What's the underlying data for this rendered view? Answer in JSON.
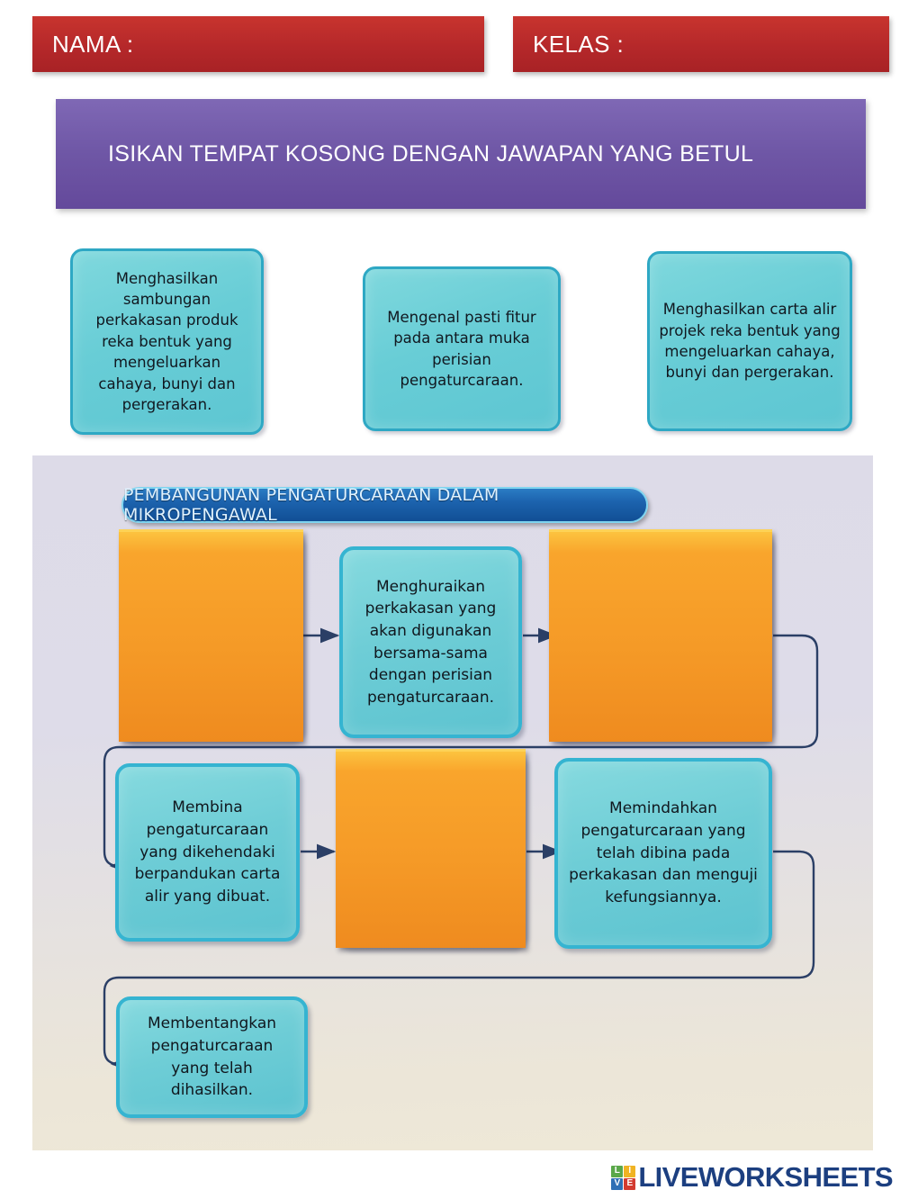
{
  "header": {
    "nama_label": "NAMA :",
    "kelas_label": "KELAS :",
    "instruction": "ISIKAN TEMPAT KOSONG DENGAN JAWAPAN YANG BETUL"
  },
  "colors": {
    "field_red": "#b5282a",
    "banner_purple": "#6f57a6",
    "option_teal": "#68cdd6",
    "node_teal": "#6ecdd6",
    "blank_orange": "#f59a27",
    "title_blue": "#1c63ae",
    "connector_navy": "#2b3f66"
  },
  "options": [
    {
      "id": "option-1",
      "text": "Menghasilkan sambungan perkakasan produk reka bentuk yang mengeluarkan cahaya, bunyi dan pergerakan."
    },
    {
      "id": "option-2",
      "text": "Mengenal pasti fitur pada antara muka perisian pengaturcaraan."
    },
    {
      "id": "option-3",
      "text": "Menghasilkan carta alir projek reka bentuk yang mengeluarkan cahaya, bunyi dan pergerakan."
    }
  ],
  "flowchart": {
    "title": "PEMBANGUNAN PENGATURCARAAN DALAM MIKROPENGAWAL",
    "nodes": {
      "r1_left": "",
      "r1_mid": "Menghuraikan perkakasan yang akan digunakan bersama-sama dengan perisian pengaturcaraan.",
      "r1_right": "",
      "r2_left": "Membina pengaturcaraan yang dikehendaki berpandukan carta alir yang dibuat.",
      "r2_mid": "",
      "r2_right": "Memindahkan pengaturcaraan yang telah dibina pada perkakasan dan menguji kefungsiannya.",
      "r3_left": "Membentangkan pengaturcaraan yang telah dihasilkan."
    },
    "blanks": [
      {
        "id": "blank-1",
        "value": ""
      },
      {
        "id": "blank-2",
        "value": ""
      },
      {
        "id": "blank-3",
        "value": ""
      }
    ]
  },
  "footer": {
    "brand": "LIVEWORKSHEETS",
    "logo_tiles": [
      {
        "letter": "L",
        "color": "#5aa84a"
      },
      {
        "letter": "I",
        "color": "#f0b323"
      },
      {
        "letter": "V",
        "color": "#2f6fb5"
      },
      {
        "letter": "E",
        "color": "#d33b30"
      }
    ]
  }
}
